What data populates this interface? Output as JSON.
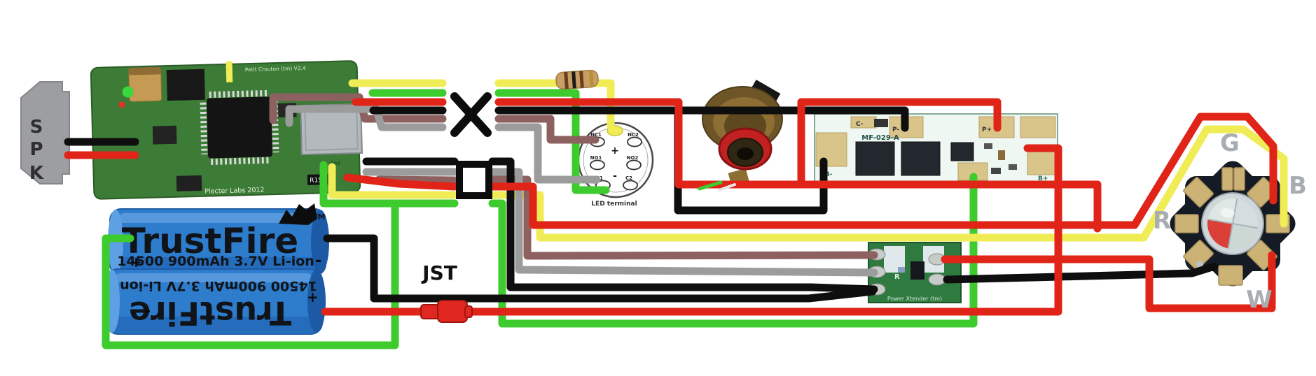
{
  "speaker": {
    "letters": [
      "S",
      "P",
      "K"
    ]
  },
  "soundboard": {
    "title": "Petit Crouton (tm) V2.4",
    "brand_line": "Plecter Labs 2012",
    "resistor_label": "R150",
    "gnd_label": "Gnd"
  },
  "batteries": {
    "brand": "TrustFire",
    "tm": "TM",
    "spec": "14500 900mAh 3.7V Li-ion",
    "plus": "+",
    "minus": "-"
  },
  "jst": {
    "label": "JST"
  },
  "led_terminal": {
    "caption": "LED terminal",
    "pins": [
      "NC1",
      "NC2",
      "NO1",
      "NO2",
      "C1",
      "C2"
    ],
    "plus": "+",
    "minus": "-"
  },
  "protection_board": {
    "name": "MF-029-A",
    "pads": {
      "c_minus": "C-",
      "p_minus": "P-",
      "p_plus": "P+",
      "b_minus": "B-",
      "b_plus": "B+"
    }
  },
  "power_xtender": {
    "name": "Power Xtender (tm)",
    "marking": "R"
  },
  "led_star": {
    "labels": {
      "green": "G",
      "blue": "B",
      "red": "R",
      "white": "W"
    }
  },
  "colors": {
    "red": "#e02418",
    "black": "#0e0e0e",
    "green": "#3ecb2e",
    "yellow": "#f0ec55",
    "gray": "#9c9c9c",
    "brown": "#8c6160",
    "white": "#e8e8e8",
    "battery_blue": "#2e7ccc",
    "pcb_green": "#3c7c36",
    "star_black": "#141b24"
  }
}
